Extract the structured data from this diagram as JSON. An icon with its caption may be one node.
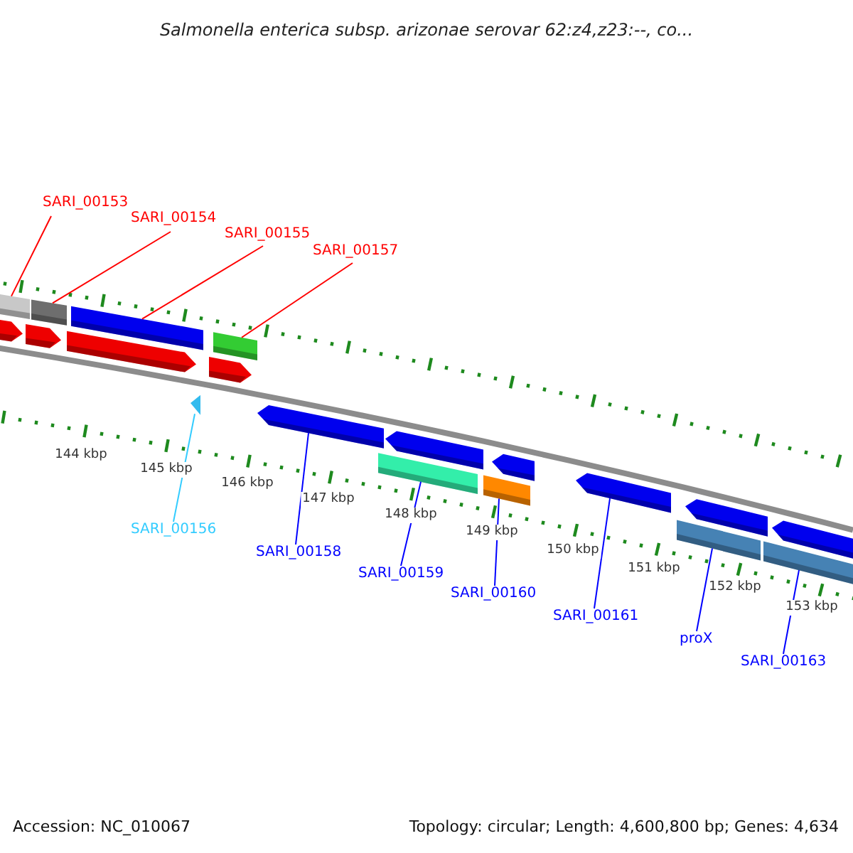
{
  "diagram": {
    "title": "Salmonella enterica subsp. arizonae serovar 62:z4,z23:--, co...",
    "nodes": [
      {
        "text": [
          "SARI_00153"
        ]
      },
      {
        "text": [
          "SARI_00154"
        ]
      },
      {
        "text": [
          "SARI_00155"
        ]
      },
      {
        "text": [
          "SARI_00157"
        ]
      },
      {
        "text": [
          "SARI_00156"
        ]
      },
      {
        "text": [
          "SARI_00158"
        ]
      },
      {
        "text": [
          "SARI_00159"
        ]
      },
      {
        "text": [
          "SARI_00160"
        ]
      },
      {
        "text": [
          "SARI_00161"
        ]
      },
      {
        "text": [
          "proX"
        ]
      },
      {
        "text": [
          "SARI_00163"
        ]
      },
      {
        "text": [],
        "shape": "bar"
      },
      {
        "text": [],
        "shape": "bar"
      },
      {
        "text": [],
        "shape": "bar"
      },
      {
        "text": [],
        "shape": "bar"
      },
      {
        "text": [],
        "shape": "arrow"
      },
      {
        "text": [],
        "shape": "arrow"
      },
      {
        "text": [],
        "shape": "arrow"
      },
      {
        "text": [],
        "shape": "arrow"
      },
      {
        "text": [],
        "shape": "triangle"
      },
      {
        "text": [],
        "shape": "arrow"
      },
      {
        "text": [],
        "shape": "arrow"
      },
      {
        "text": [],
        "shape": "arrow"
      },
      {
        "text": [],
        "shape": "arrow"
      },
      {
        "text": [],
        "shape": "arrow"
      },
      {
        "text": [],
        "shape": "arrow"
      },
      {
        "text": [],
        "shape": "bar"
      },
      {
        "text": [],
        "shape": "bar"
      },
      {
        "text": [],
        "shape": "bar"
      },
      {
        "text": [],
        "shape": "bar"
      }
    ],
    "edges": [
      {
        "from": 0,
        "to": 11,
        "arrow": "none",
        "color": "#ff0000"
      },
      {
        "from": 1,
        "to": 12,
        "arrow": "none",
        "color": "#ff0000"
      },
      {
        "from": 2,
        "to": 13,
        "arrow": "none",
        "color": "#ff0000"
      },
      {
        "from": 3,
        "to": 14,
        "arrow": "none",
        "color": "#ff0000"
      },
      {
        "from": 4,
        "to": 19,
        "arrow": "none",
        "color": "#33ccff"
      },
      {
        "from": 5,
        "to": 20,
        "arrow": "none"
      },
      {
        "from": 6,
        "to": 26,
        "arrow": "none"
      },
      {
        "from": 7,
        "to": 27,
        "arrow": "none"
      },
      {
        "from": 8,
        "to": 23,
        "arrow": "none"
      },
      {
        "from": 9,
        "to": 28,
        "arrow": "none"
      },
      {
        "from": 10,
        "to": 29,
        "arrow": "none"
      }
    ],
    "labels": [
      "144 kbp",
      "145 kbp",
      "146 kbp",
      "147 kbp",
      "148 kbp",
      "149 kbp",
      "150 kbp",
      "151 kbp",
      "152 kbp",
      "153 kbp",
      "Accession: NC_010067",
      "Topology: circular; Length: 4,600,800 bp; Genes: 4,634"
    ]
  }
}
